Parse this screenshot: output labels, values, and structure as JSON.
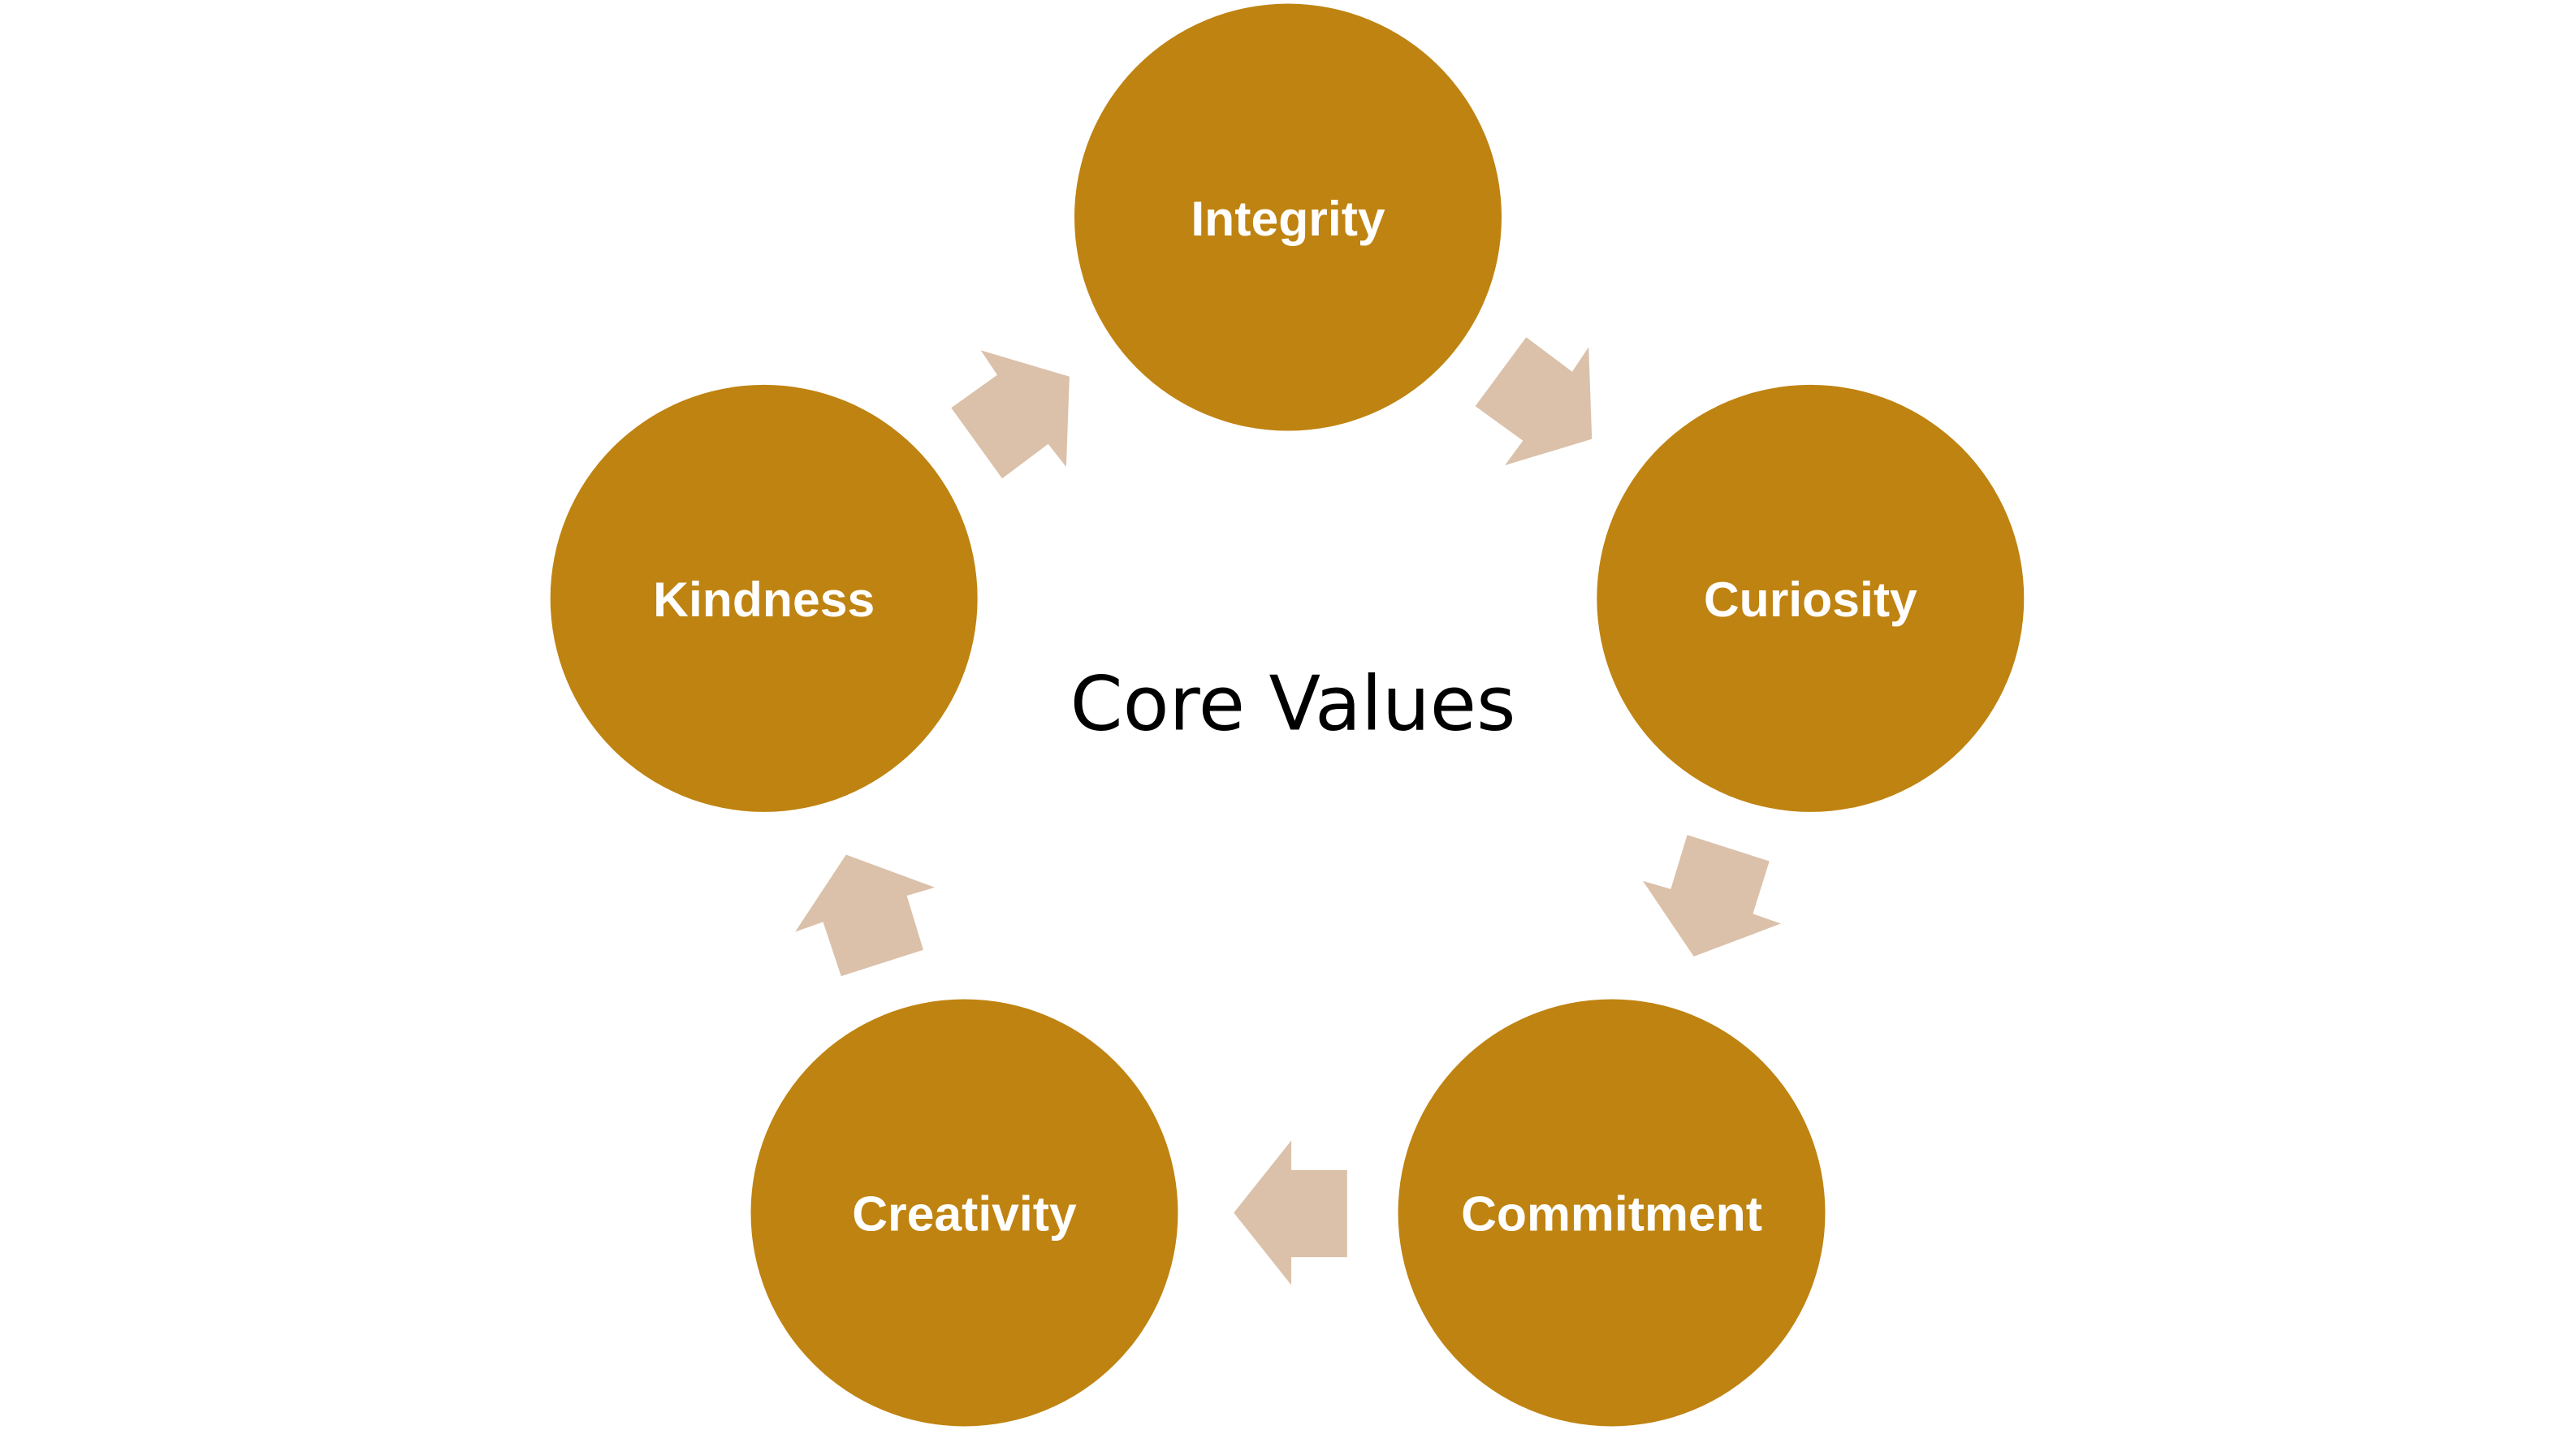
{
  "title": "Core Values",
  "colors": {
    "circle": "#BF8311",
    "arrow": "#DBC1AA",
    "label": "#FFFFFF"
  },
  "values": [
    {
      "label": "Integrity"
    },
    {
      "label": "Curiosity"
    },
    {
      "label": "Commitment"
    },
    {
      "label": "Creativity"
    },
    {
      "label": "Kindness"
    }
  ]
}
